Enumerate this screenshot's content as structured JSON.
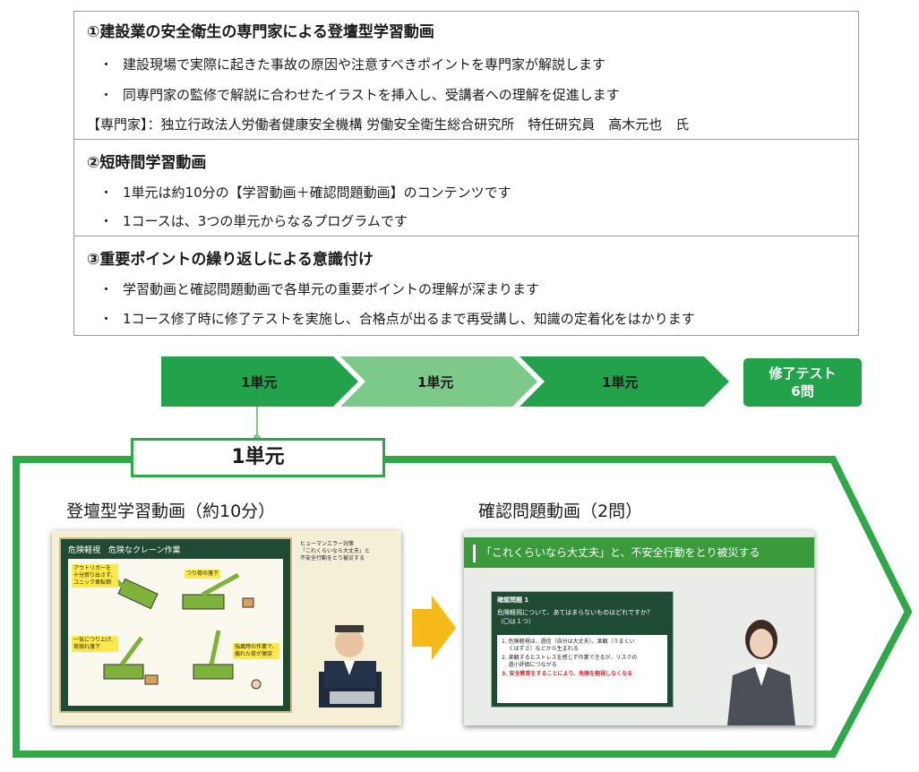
{
  "features": [
    {
      "title": "①建設業の安全衛生の専門家による登壇型学習動画",
      "bullets": [
        "建設現場で実際に起きた事故の原因や注意すべきポイントを専門家が解説します",
        "同専門家の監修で解説に合わせたイラストを挿入し、受講者への理解を促進します"
      ],
      "note": "【専門家】：独立行政法人労働者健康安全機構 労働安全衛生総合研究所　特任研究員　高木元也　氏"
    },
    {
      "title": "②短時間学習動画",
      "bullets": [
        "1単元は約10分の【学習動画＋確認問題動画】のコンテンツです",
        "1コースは、3つの単元からなるプログラムです"
      ]
    },
    {
      "title": "③重要ポイントの繰り返しによる意識付け",
      "bullets": [
        "学習動画と確認問題動画で各単元の重要ポイントの理解が深まります",
        "1コース修了時に修了テストを実施し、合格点が出るまで再受講し、知識の定着化をはかります"
      ]
    }
  ],
  "bullet_mark": "・",
  "flow": {
    "steps": [
      "1単元",
      "1単元",
      "1単元"
    ],
    "test_line1": "修了テスト",
    "test_line2": "6問"
  },
  "unit_tag": "1単元",
  "captions": {
    "left": "登壇型学習動画（約10分）",
    "right": "確認問題動画（2問）"
  },
  "shot1": {
    "title": "危険軽視　危険なクレーン作業",
    "labels": {
      "outrigger": "アウトリガーを\n十分張り出さず、\nユニック車転倒",
      "load": "つり荷の落下",
      "lift": "一気につり上げ、\n荷崩れ落下",
      "wind": "強風時の作業で、\n煽れた荷が激突"
    },
    "side_note": "ヒューマンエラー対策\n「これくらいなら大丈夫」と\n不安全行動をとり被災する"
  },
  "shot2": {
    "banner": "「これくらいなら大丈夫」と、不安全行動をとり被災する",
    "q_head": "確認問題 1",
    "q_text": "危険軽視について、あてはまらないものはどれですか？\n（〇は１つ）",
    "options": [
      "1. 危険軽視は、過信（自分は大丈夫）、楽観（うまくい\n    くはずさ）などから生まれる",
      "2. 楽観するとストレスを感じず作業できるが、リスクの\n    過小評価につながる",
      "3. 安全教育をすることにより、危険を軽視しなくなる"
    ]
  },
  "colors": {
    "green": "#22a24a",
    "light_green": "#7cc98a",
    "frame_green": "#2fa84a",
    "arrow_yellow": "#f7b81a",
    "answer_red": "#e0202a"
  }
}
